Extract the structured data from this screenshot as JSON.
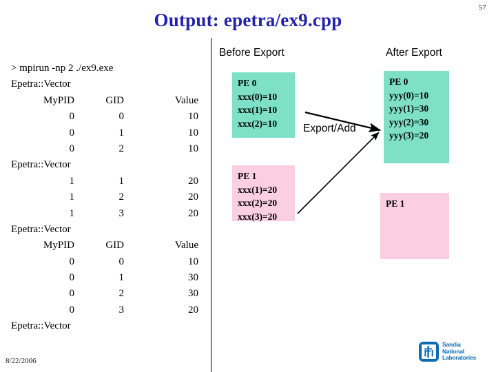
{
  "slide": {
    "page_number": "57",
    "title": "Output: epetra/ex9.cpp",
    "date": "8/22/2006",
    "title_color": "#2222AA",
    "teal_color": "#7FE0C8",
    "pink_color": "#FBCFE0"
  },
  "console": {
    "command": "> mpirun -np 2 ./ex9.exe",
    "vector_label": "Epetra::Vector",
    "headers": {
      "pid": "MyPID",
      "gid": "GID",
      "value": "Value"
    },
    "blocks": [
      {
        "label": "Epetra::Vector",
        "has_header": true,
        "rows": [
          {
            "pid": "0",
            "gid": "0",
            "value": "10"
          },
          {
            "pid": "0",
            "gid": "1",
            "value": "10"
          },
          {
            "pid": "0",
            "gid": "2",
            "value": "10"
          }
        ]
      },
      {
        "label": "Epetra::Vector",
        "has_header": false,
        "rows": [
          {
            "pid": "1",
            "gid": "1",
            "value": "20"
          },
          {
            "pid": "1",
            "gid": "2",
            "value": "20"
          },
          {
            "pid": "1",
            "gid": "3",
            "value": "20"
          }
        ]
      },
      {
        "label": "Epetra::Vector",
        "has_header": true,
        "rows": [
          {
            "pid": "0",
            "gid": "0",
            "value": "10"
          },
          {
            "pid": "0",
            "gid": "1",
            "value": "30"
          },
          {
            "pid": "0",
            "gid": "2",
            "value": "30"
          },
          {
            "pid": "0",
            "gid": "3",
            "value": "20"
          }
        ]
      },
      {
        "label": "Epetra::Vector",
        "has_header": false,
        "rows": []
      }
    ]
  },
  "diagram": {
    "before_heading": "Before Export",
    "after_heading": "After Export",
    "operation_label": "Export/Add",
    "before": [
      {
        "title": "PE 0",
        "color": "#7FE0C8",
        "entries": [
          "xxx(0)=10",
          "xxx(1)=10",
          "xxx(2)=10"
        ]
      },
      {
        "title": "PE 1",
        "color": "#FBCFE0",
        "entries": [
          "xxx(1)=20",
          "xxx(2)=20",
          "xxx(3)=20"
        ]
      }
    ],
    "after": [
      {
        "title": "PE 0",
        "color": "#7FE0C8",
        "entries": [
          "yyy(0)=10",
          "yyy(1)=30",
          "yyy(2)=30",
          "yyy(3)=20"
        ]
      },
      {
        "title": "PE 1",
        "color": "#FBCFE0",
        "entries": []
      }
    ]
  },
  "logo": {
    "line1": "Sandia",
    "line2": "National",
    "line3": "Laboratories",
    "color": "#0A6BB4"
  }
}
